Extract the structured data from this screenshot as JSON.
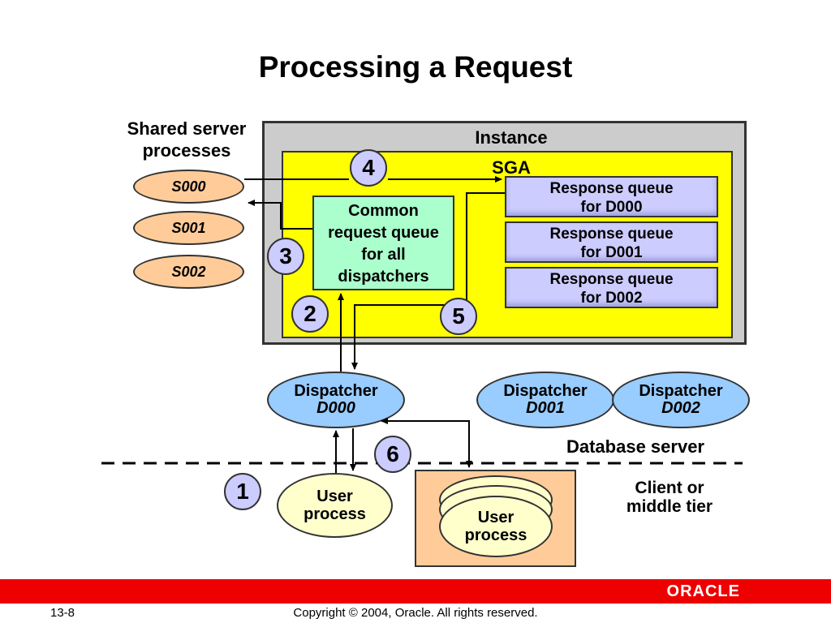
{
  "title": "Processing a Request",
  "labels": {
    "shared_server_processes": [
      "Shared server",
      "processes"
    ],
    "instance": "Instance",
    "sga": "SGA",
    "database_server": "Database server",
    "client_tier": [
      "Client or",
      "middle tier"
    ]
  },
  "common_queue": [
    "Common",
    "request queue",
    "for all",
    "dispatchers"
  ],
  "response_queues": [
    {
      "line1": "Response queue",
      "line2": "for D000"
    },
    {
      "line1": "Response queue",
      "line2": "for D001"
    },
    {
      "line1": "Response queue",
      "line2": "for D002"
    }
  ],
  "servers": [
    "S000",
    "S001",
    "S002"
  ],
  "dispatchers": [
    {
      "label": "Dispatcher",
      "id": "D000"
    },
    {
      "label": "Dispatcher",
      "id": "D001"
    },
    {
      "label": "Dispatcher",
      "id": "D002"
    }
  ],
  "user_process": {
    "line1": "User",
    "line2": "process"
  },
  "steps": [
    "1",
    "2",
    "3",
    "4",
    "5",
    "6"
  ],
  "footer": {
    "slide_number": "13-8",
    "copyright": "Copyright © 2004, Oracle. All rights reserved.",
    "logo": "ORACLE"
  },
  "colors": {
    "instance": "#cccccc",
    "sga": "#ffff00",
    "common_queue": "#aaffcc",
    "response_queue": "#ccccff",
    "server": "#ffcc99",
    "dispatcher": "#99ccff",
    "user_process": "#ffffcc",
    "step_badge": "#ccccff",
    "footer_bar": "#ee0000"
  }
}
